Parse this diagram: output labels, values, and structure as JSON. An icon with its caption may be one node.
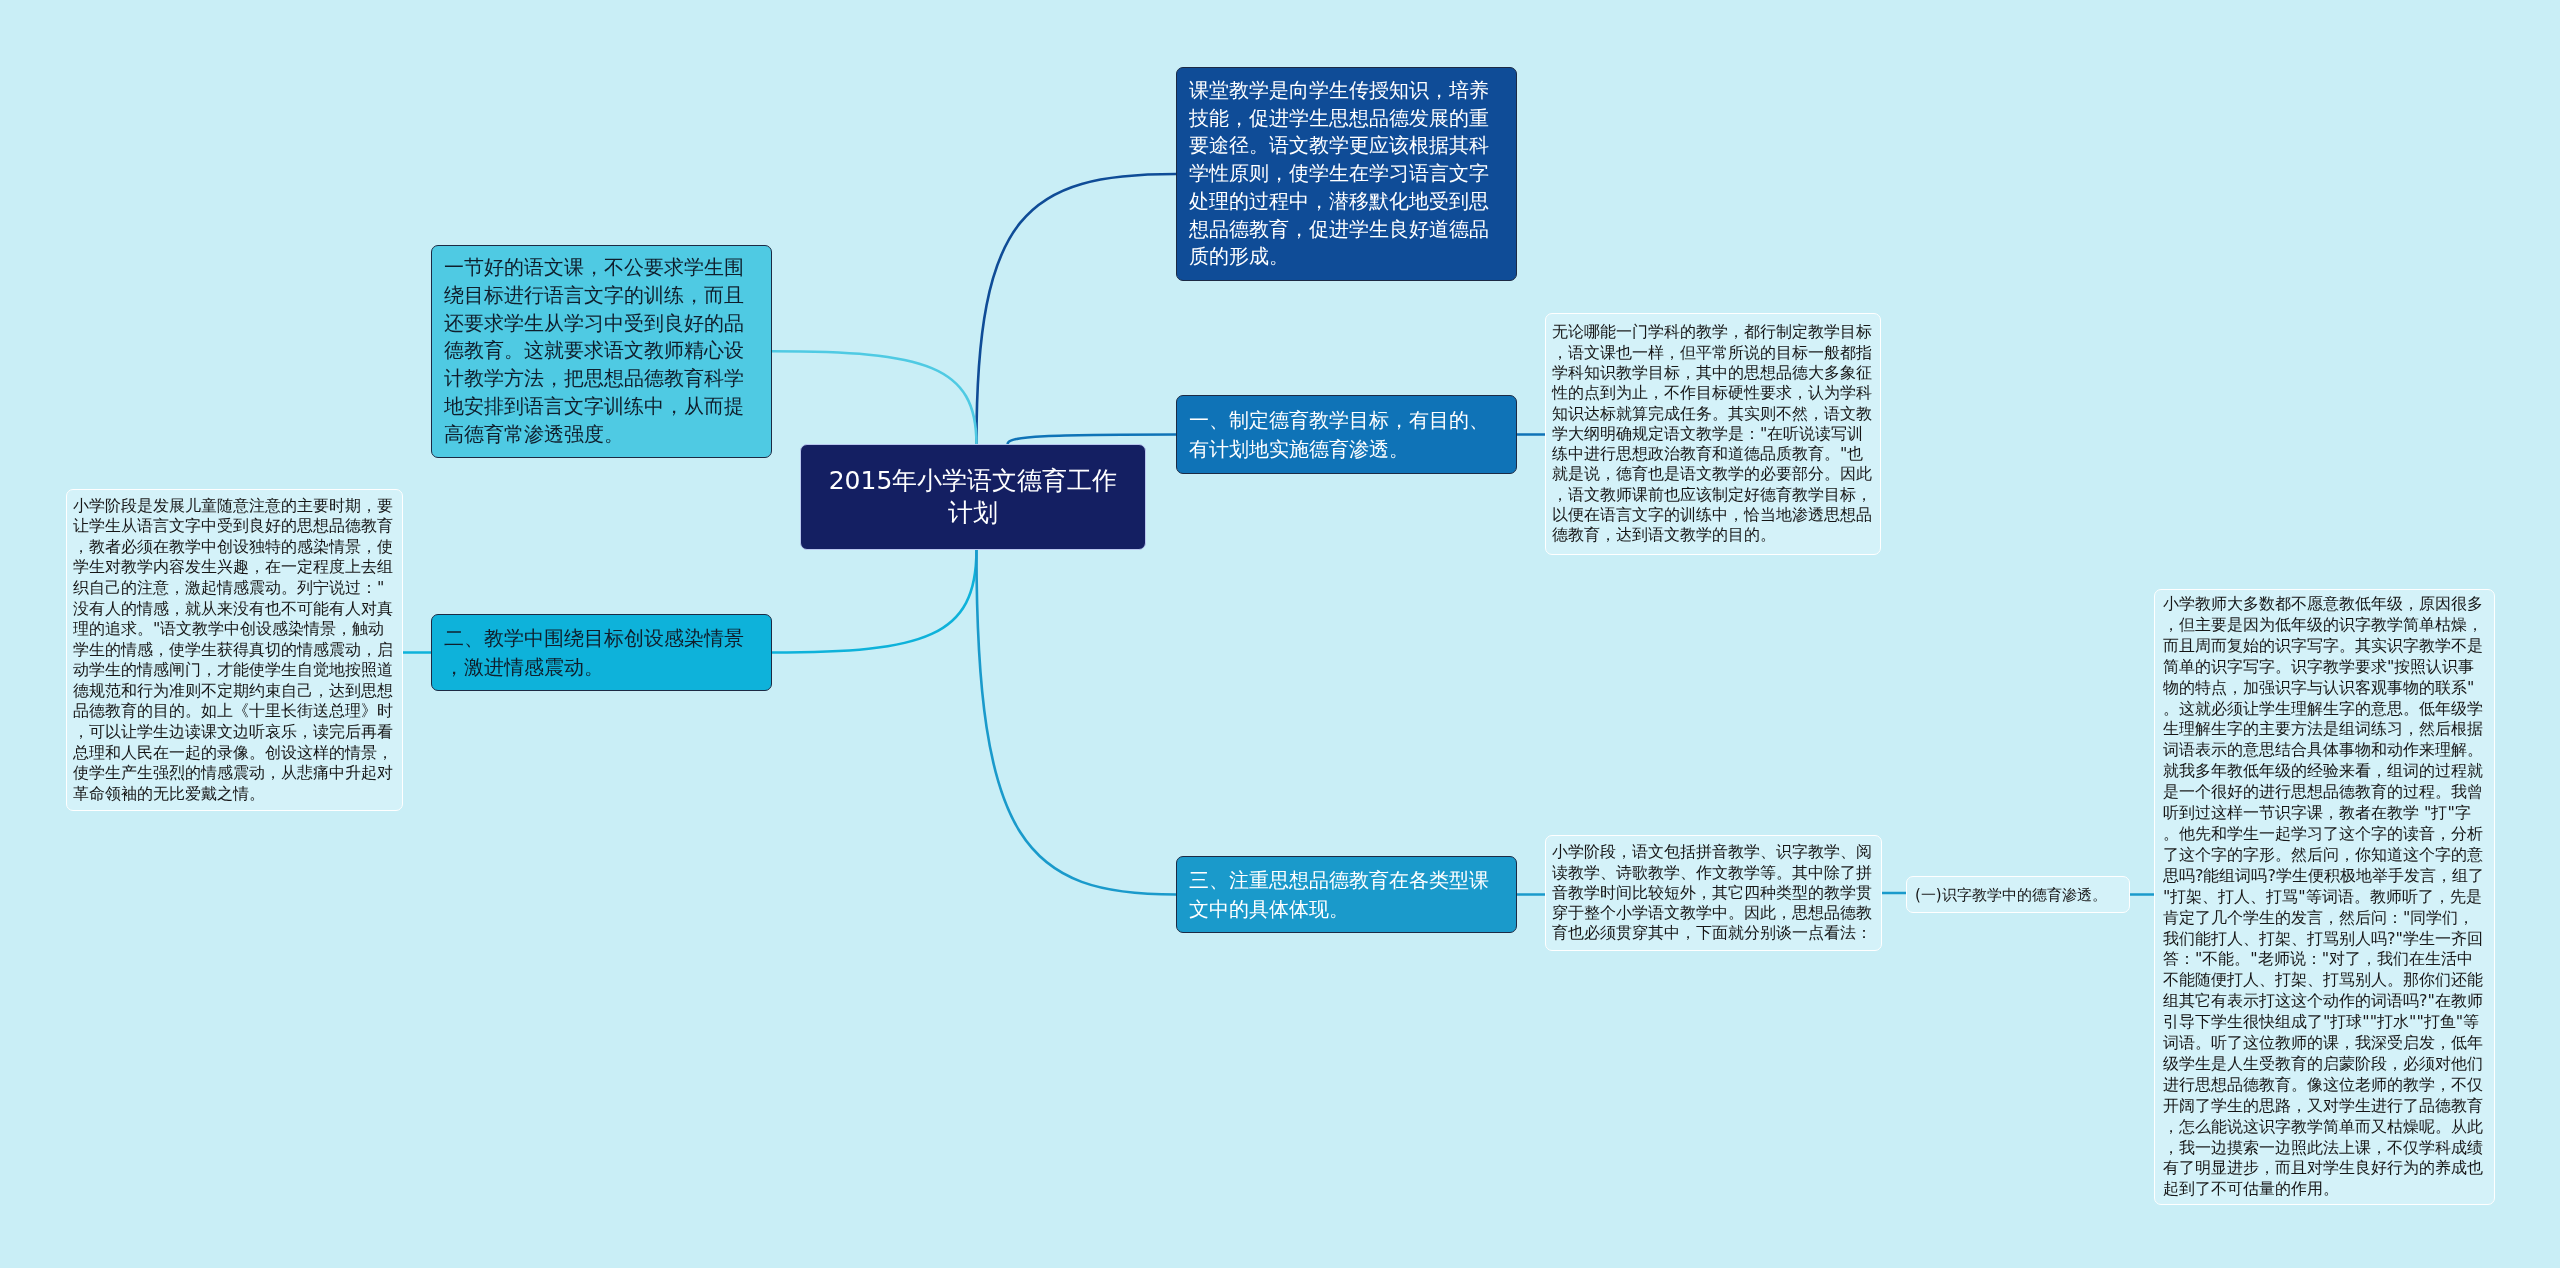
{
  "diagram": {
    "nodes": [
      {
        "text": [
          "2015年小学语文德育工作计划"
        ]
      },
      {
        "text": [
          "课堂教学是向学生传授知识，培养技能，促进学生思想品德发展的重要途径。语文教学更应该根据其科学性原则，使学生在学习语言文字处理的过程中，潜移默化地受到思想品德教育，促进学生良好道德品质的形成。"
        ]
      },
      {
        "text": [
          "一节好的语文课，不公要求学生围绕目标进行语言文字的训练，而且还要求学生从学习中受到良好的品德教育。这就要求语文教师精心设计教学方法，把思想品德教育科学地安排到语言文字训练中，从而提高德育常渗透强度。"
        ]
      },
      {
        "text": [
          "一、制定德育教学目标，有目的、有计划地实施德育渗透。"
        ]
      },
      {
        "text": [
          "无论哪能一门学科的教学，都行制定教学目标，语文课也一样，但平常所说的目标一般都指学科知识教学目标，其中的思想品德大多象征性的点到为止，不作目标硬性要求，认为学科知识达标就算完成任务。其实则不然，语文教学大纲明确规定语文教学是：\"在听说读写训练中进行思想政治教育和道德品质教育。\"也就是说，德育也是语文教学的必要部分。因此，语文教师课前也应该制定好德育教学目标，以便在语言文字的训练中，恰当地渗透思想品德教育，达到语文教学的目的。"
        ]
      },
      {
        "text": [
          "二、教学中围绕目标创设感染情景，激进情感震动。"
        ]
      },
      {
        "text": [
          "小学阶段是发展儿童随意注意的主要时期，要让学生从语言文字中受到良好的思想品德教育，教者必须在教学中创设独特的感染情景，使学生对教学内容发生兴趣，在一定程度上去组织自己的注意，激起情感震动。列宁说过：\"没有人的情感，就从来没有也不可能有人对真理的追求。\"语文教学中创设感染情景，触动学生的情感，使学生获得真切的情感震动，启动学生的情感闸门，才能使学生自觉地按照道德规范和行为准则不定期约束自己，达到思想品德教育的目的。如上《十里长街送总理》时，可以让学生边读课文边听哀乐，读完后再看总理和人民在一起的录像。创设这样的情景，使学生产生强烈的情感震动，从悲痛中升起对革命领袖的无比爱戴之情。"
        ]
      },
      {
        "text": [
          "三、注重思想品德教育在各类型课文中的具体体现。"
        ]
      },
      {
        "text": [
          "小学阶段，语文包括拼音教学、识字教学、阅读教学、诗歌教学、作文教学等。其中除了拼音教学时间比较短外，其它四种类型的教学贯穿于整个小学语文教学中。因此，思想品德教育也必须贯穿其中，下面就分别谈一点看法："
        ]
      },
      {
        "text": [
          "(一)识字教学中的德育渗透。"
        ]
      },
      {
        "text": [
          "小学教师大多数都不愿意教低年级，原因很多，但主要是因为低年级的识字教学简单枯燥，而且周而复始的识字写字。其实识字教学不是简单的识字写字。识字教学要求\"按照认识事物的特点，加强识字与认识客观事物的联系\"。这就必须让学生理解生字的意思。低年级学生理解生字的主要方法是组词练习，然后根据词语表示的意思结合具体事物和动作来理解。就我多年教低年级的经验来看，组词的过程就是一个很好的进行思想品德教育的过程。我曾听到过这样一节识字课，教者在教学 \"打\"字。他先和学生一起学习了这个字的读音，分析了这个字的字形。然后问，你知道这个字的意思吗?能组词吗?学生便积极地举手发言，组了\"打架、打人、打骂\"等词语。教师听了，先是肯定了几个学生的发言，然后问：\"同学们，我们能打人、打架、打骂别人吗?\"学生一齐回答：\"不能。\"老师说：\"对了，我们在生活中不能随便打人、打架、打骂别人。那你们还能组其它有表示打这这个动作的词语吗?\"在教师引导下学生很快组成了\"打球\"\"打水\"\"打鱼\"等词语。听了这位教师的课，我深受启发，低年级学生是人生受教育的启蒙阶段，必须对他们进行思想品德教育。像这位老师的教学，不仅开阔了学生的思路，又对学生进行了品德教育，怎么能说这识字教学简单而又枯燥呢。从此，我一边摸索一边照此法上课，不仅学科成绩有了明显进步，而且对学生良好行为的养成也起到了不可估量的作用。"
        ]
      }
    ],
    "edges": [
      {
        "from": 0,
        "to": 1,
        "arrow": "none",
        "color": "#0f4c97"
      },
      {
        "from": 0,
        "to": 2,
        "arrow": "none",
        "color": "#4fcae3"
      },
      {
        "from": 0,
        "to": 3,
        "arrow": "none",
        "color": "#0f73b7"
      },
      {
        "from": 3,
        "to": 4,
        "arrow": "none",
        "color": "#0f73b7"
      },
      {
        "from": 0,
        "to": 5,
        "arrow": "none",
        "color": "#0eb2da"
      },
      {
        "from": 5,
        "to": 6,
        "arrow": "none",
        "color": "#0eb2da"
      },
      {
        "from": 0,
        "to": 7,
        "arrow": "none"
      },
      {
        "from": 7,
        "to": 8,
        "arrow": "none"
      },
      {
        "from": 8,
        "to": 9,
        "arrow": "none"
      },
      {
        "from": 9,
        "to": 10,
        "arrow": "none"
      }
    ]
  }
}
